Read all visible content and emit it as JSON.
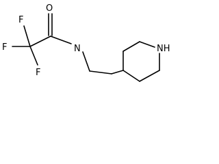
{
  "molecule": {
    "atoms": {
      "oxygen": "O",
      "fluorine_top": "F",
      "fluorine_left": "F",
      "fluorine_bottom": "F",
      "amide_nitrogen": "N",
      "ring_nitrogen": "NH"
    },
    "colors": {
      "bond": "#000000",
      "text": "#000000",
      "background": "#ffffff"
    }
  }
}
